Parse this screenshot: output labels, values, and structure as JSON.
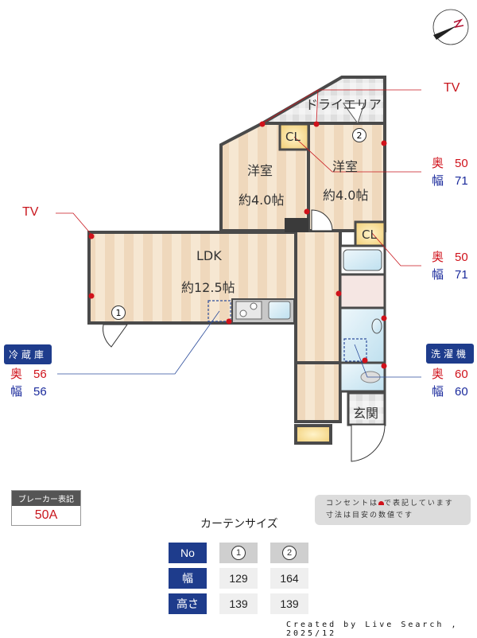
{
  "compass": {
    "label": "N",
    "icon": "north-compass-icon"
  },
  "rooms": {
    "dry_area": {
      "name": "ドライエリア"
    },
    "western_room_left": {
      "name": "洋室",
      "size": "約4.0帖"
    },
    "western_room_right": {
      "name": "洋室",
      "size": "約4.0帖"
    },
    "ldk": {
      "name": "LDK",
      "size": "約12.5帖"
    },
    "entrance": {
      "name": "玄関"
    },
    "closet_top": {
      "name": "CL"
    },
    "closet_right": {
      "name": "CL"
    }
  },
  "window_markers": {
    "one": "1",
    "two": "2"
  },
  "tv_labels": {
    "top_right": "TV",
    "left": "TV"
  },
  "dimensions": {
    "closet_top": {
      "depth_label": "奥",
      "depth": "50",
      "width_label": "幅",
      "width": "71"
    },
    "closet_right": {
      "depth_label": "奥",
      "depth": "50",
      "width_label": "幅",
      "width": "71"
    },
    "refrigerator": {
      "title": "冷蔵庫",
      "depth_label": "奥",
      "depth": "56",
      "width_label": "幅",
      "width": "56"
    },
    "washer": {
      "title": "洗濯機",
      "depth_label": "奥",
      "depth": "60",
      "width_label": "幅",
      "width": "60"
    }
  },
  "breaker": {
    "header": "ブレーカー表記",
    "value": "50A"
  },
  "notes": {
    "line1_before": "コンセントは",
    "line1_after": "で表記しています",
    "line2": "寸法は目安の数値です"
  },
  "curtain": {
    "title": "カーテンサイズ",
    "headers": {
      "no": "No",
      "width": "幅",
      "height": "高さ"
    },
    "columns": [
      {
        "no": "1",
        "width": "129",
        "height": "139"
      },
      {
        "no": "2",
        "width": "164",
        "height": "139"
      }
    ]
  },
  "credit": "Created by Live Search , 2025/12",
  "colors": {
    "wall": "#4a4a4a",
    "floor_light": "#f6e7d2",
    "floor_dark": "#efd8bc",
    "outlet": "#d0121b",
    "badge": "#1e3c8c",
    "wet_area": "#d7ebf5",
    "closet": "#f8dc8c"
  }
}
